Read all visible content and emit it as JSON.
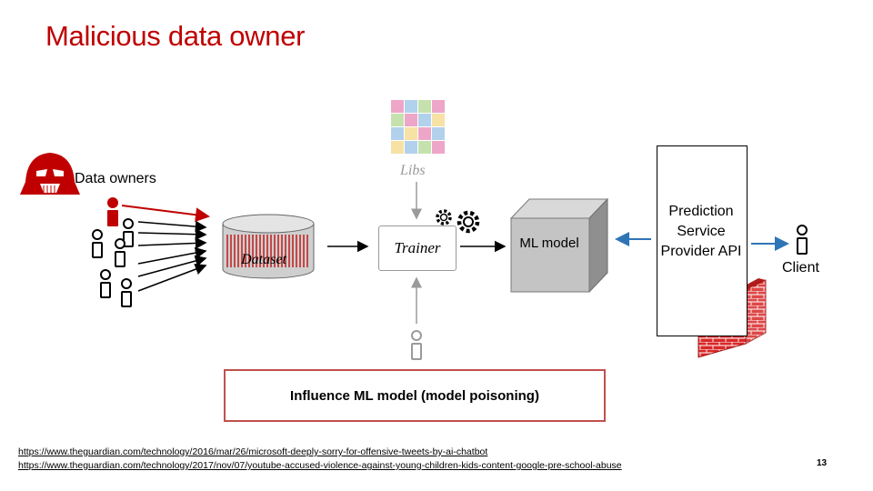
{
  "slide": {
    "title": "Malicious data owner",
    "page_number": "13"
  },
  "diagram": {
    "data_owners_label": "Data owners",
    "dataset_label": "Dataset",
    "libs_label": "Libs",
    "trainer_label": "Trainer",
    "ml_model_label": "ML model",
    "psp_label": "Prediction Service Provider API",
    "client_label": "Client",
    "influence_label": "Influence ML model (model poisoning)"
  },
  "references": [
    "https://www.theguardian.com/technology/2016/mar/26/microsoft-deeply-sorry-for-offensive-tweets-by-ai-chatbot",
    "https://www.theguardian.com/technology/2017/nov/07/youtube-accused-violence-against-young-children-kids-content-google-pre-school-abuse"
  ],
  "colors": {
    "accent_red": "#c00000",
    "arrow_blue": "#2e75b6",
    "box_border_red": "#c0504d"
  }
}
